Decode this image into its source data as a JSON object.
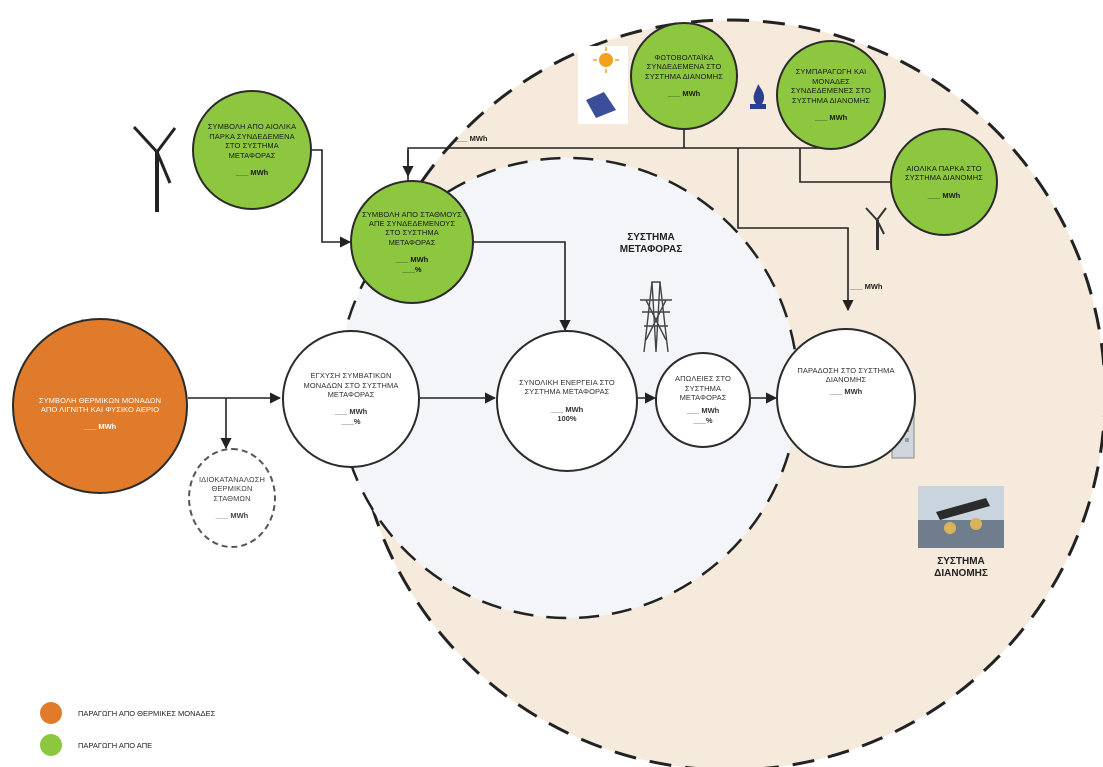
{
  "nodes": {
    "wind_transmission": {
      "label": "ΣΥΜΒΟΛΗ ΑΠΟ ΑΙΟΛΙΚΑ ΠΑΡΚΑ ΣΥΝΔΕΔΕΜΕΝΑ ΣΤΟ ΣΥΣΤΗΜΑ ΜΕΤΑΦΟΡΑΣ",
      "value": "___ MWh"
    },
    "res_transmission": {
      "label": "ΣΥΜΒΟΛΗ ΑΠΟ ΣΤΑΘΜΟΥΣ ΑΠΕ ΣΥΝΔΕΔΕΜΕΝΟΥΣ ΣΤΟ ΣΥΣΤΗΜΑ ΜΕΤΑΦΟΡΑΣ",
      "value": "___ MWh",
      "pct": "___%"
    },
    "pv_distribution": {
      "label": "ΦΩΤΟΒΟΛΤΑΪΚΑ ΣΥΝΔΕΔΕΜΕΝΑ ΣΤΟ ΣΥΣΤΗΜΑ ΔΙΑΝΟΜΗΣ",
      "value": "___ MWh"
    },
    "chp_distribution": {
      "label": "ΣΥΜΠΑΡΑΓΩΓΗ ΚΑΙ ΜΟΝΑΔΕΣ ΣΥΝΔΕΔΕΜΕΝΕΣ ΣΤΟ ΣΥΣΤΗΜΑ ΔΙΑΝΟΜΗΣ",
      "value": "___ MWh"
    },
    "wind_distribution": {
      "label": "ΑΙΟΛΙΚΑ ΠΑΡΚΑ ΣΤΟ ΣΥΣΤΗΜΑ ΔΙΑΝΟΜΗΣ",
      "value": "___ MWh"
    },
    "thermal": {
      "label": "ΣΥΜΒΟΛΗ ΘΕΡΜΙΚΩΝ ΜΟΝΑΔΩΝ ΑΠΟ ΛΙΓΝΙΤΗ ΚΑΙ ΦΥΣΙΚΟ ΑΕΡΙΟ",
      "value": "___ MWh"
    },
    "own_consumption": {
      "label": "ΙΔΙΟΚΑΤΑΝΑΛΩΣΗ ΘΕΡΜΙΚΩΝ ΣΤΑΘΜΩΝ",
      "value": "___ MWh"
    },
    "conventional_inject": {
      "label": "ΕΓΧΥΣΗ ΣΥΜΒΑΤΙΚΩΝ ΜΟΝΑΔΩΝ ΣΤΟ ΣΥΣΤΗΜΑ ΜΕΤΑΦΟΡΑΣ",
      "value": "___ MWh",
      "pct": "___%"
    },
    "total_transmission": {
      "label": "ΣΥΝΟΛΙΚΗ ΕΝΕΡΓΕΙΑ ΣΤΟ ΣΥΣΤΗΜΑ ΜΕΤΑΦΟΡΑΣ",
      "value": "___ MWh",
      "pct": "100%"
    },
    "losses": {
      "label": "ΑΠΩΛΕΙΕΣ ΣΤΟ ΣΥΣΤΗΜΑ ΜΕΤΑΦΟΡΑΣ",
      "value": "___ MWh",
      "pct": "___%"
    },
    "distribution_delivery": {
      "label": "ΠΑΡΑΔΟΣΗ ΣΤΟ ΣΥΣΤΗΜΑ ΔΙΑΝΟΜΗΣ",
      "value": "___ MWh"
    }
  },
  "flows": {
    "res_distribution": "___ MWh",
    "distribution_total": "___ MWh"
  },
  "systems": {
    "transmission": "ΣΥΣΤΗΜΑ ΜΕΤΑΦΟΡΑΣ",
    "distribution": "ΣΥΣΤΗΜΑ ΔΙΑΝΟΜΗΣ"
  },
  "legend": [
    {
      "label": "ΠΑΡΑΓΩΓΗ ΑΠΟ ΘΕΡΜΙΚΕΣ ΜΟΝΑΔΕΣ",
      "color": "#e07b2b"
    },
    {
      "label": "ΠΑΡΑΓΩΓΗ ΑΠΟ ΑΠΕ",
      "color": "#8dc63f"
    }
  ]
}
